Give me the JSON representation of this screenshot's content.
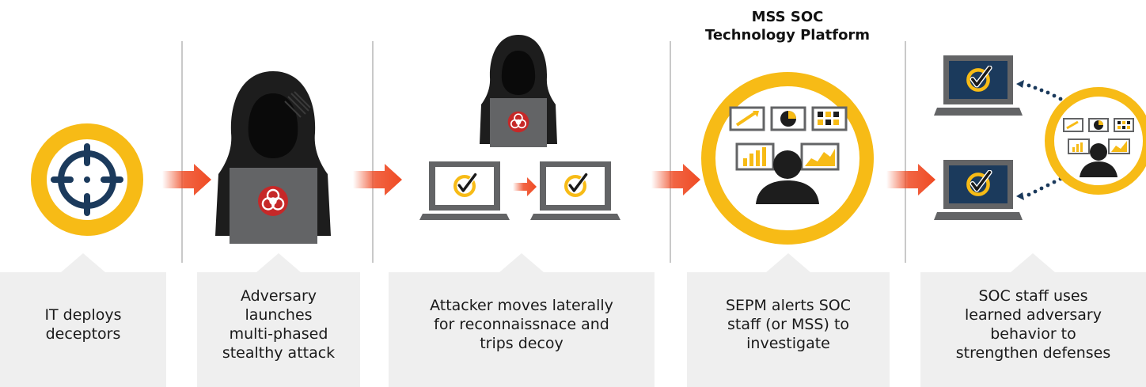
{
  "colors": {
    "accent_yellow": "#f7bb16",
    "navy": "#1b3a5c",
    "hood_dark": "#1d1d1d",
    "laptop_gray": "#636466",
    "biohazard_red": "#c62828",
    "arrow_red": "#ef4a23",
    "caption_bg": "#efefef",
    "divider": "#c9c9c9"
  },
  "platform": {
    "title_line1": "MSS SOC",
    "title_line2": "Technology Platform"
  },
  "steps": [
    {
      "icon": "crosshair-target-icon",
      "caption": "IT deploys\ndeceptors"
    },
    {
      "icon": "hooded-hacker-icon",
      "caption": "Adversary\nlaunches\nmulti-phased\nstealthy attack"
    },
    {
      "icon": "hacker-lateral-movement-icon",
      "caption": "Attacker moves laterally\nfor reconnaissnace and\ntrips decoy"
    },
    {
      "icon": "soc-analyst-monitors-icon",
      "caption": "SEPM alerts SOC\nstaff (or MSS) to\ninvestigate"
    },
    {
      "icon": "soc-strengthen-defenses-icon",
      "caption": "SOC staff uses\nlearned adversary\nbehavior to\nstrengthen defenses"
    }
  ]
}
